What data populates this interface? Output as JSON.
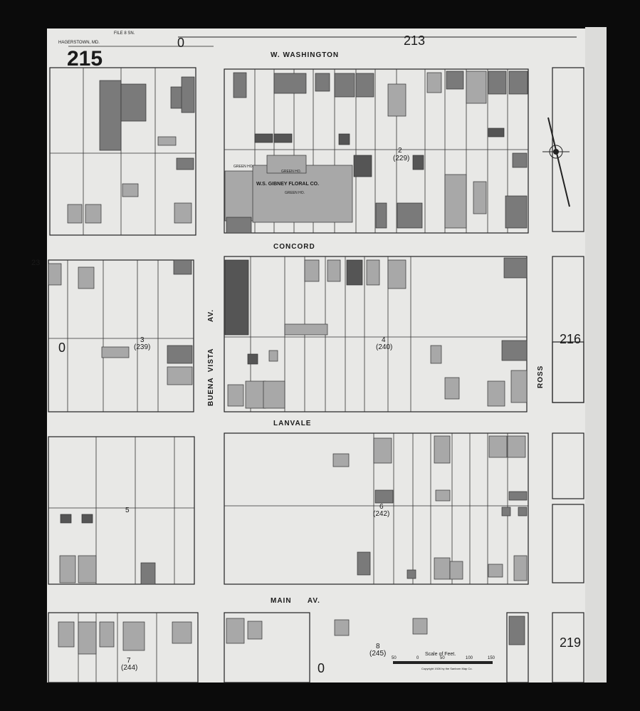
{
  "header": {
    "city": "HAGERSTOWN, MD.",
    "note": "FILE 8 SN.",
    "sheet_number": "215",
    "adjacent_top": "213",
    "adjacent_right": "216",
    "adjacent_bottom_right": "219",
    "left_edge_ref": "23",
    "zero_marks": [
      "0",
      "0",
      "0"
    ]
  },
  "streets": {
    "w_washington": "W. WASHINGTON",
    "concord": "CONCORD",
    "lanvale": "LANVALE",
    "main": "MAIN      AV.",
    "buena_vista": "BUENA  VISTA",
    "buena_vista_av": "AV.",
    "ross": "ROSS"
  },
  "blocks": [
    {
      "num": "2",
      "ref": "(229)"
    },
    {
      "num": "3",
      "ref": "(239)"
    },
    {
      "num": "4",
      "ref": "(240)"
    },
    {
      "num": "5",
      "ref": ""
    },
    {
      "num": "6",
      "ref": "(242)"
    },
    {
      "num": "7",
      "ref": "(244)"
    },
    {
      "num": "8",
      "ref": "(245)"
    }
  ],
  "labels": {
    "floral": "W.S. GIBNEY FLORAL CO.",
    "green_ho_1": "GREEN HO.",
    "green_ho_2": "GREEN HO.",
    "green_ho_3": "GREEN HO."
  },
  "scale": {
    "title": "Scale of Feet.",
    "ticks": [
      "50",
      "0",
      "50",
      "100",
      "150"
    ],
    "copyright": "Copyright 1926 by the Sanborn Map Co."
  },
  "colors": {
    "paper": "#e9e9e7",
    "border": "#0b0b0b",
    "building": "#9a9a9a",
    "dark_building": "#4a4a4a"
  }
}
